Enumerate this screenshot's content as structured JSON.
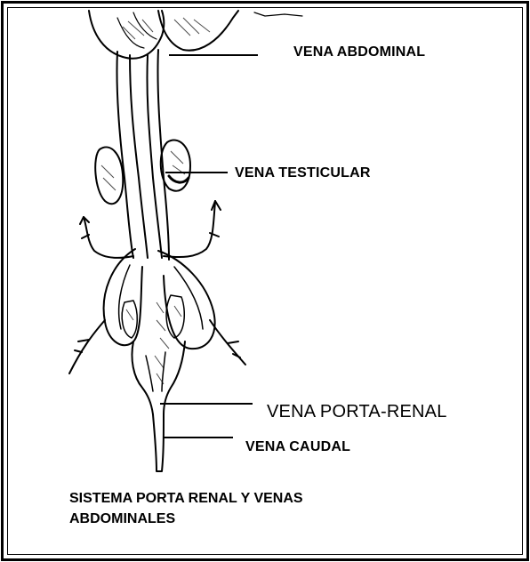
{
  "labels": {
    "vena_abdominal": "VENA ABDOMINAL",
    "vena_testicular": "VENA TESTICULAR",
    "vena_porta_renal": "VENA PORTA-RENAL",
    "vena_caudal": "VENA CAUDAL"
  },
  "caption": {
    "line1": "SISTEMA PORTA RENAL Y VENAS",
    "line2": "ABDOMINALES"
  }
}
